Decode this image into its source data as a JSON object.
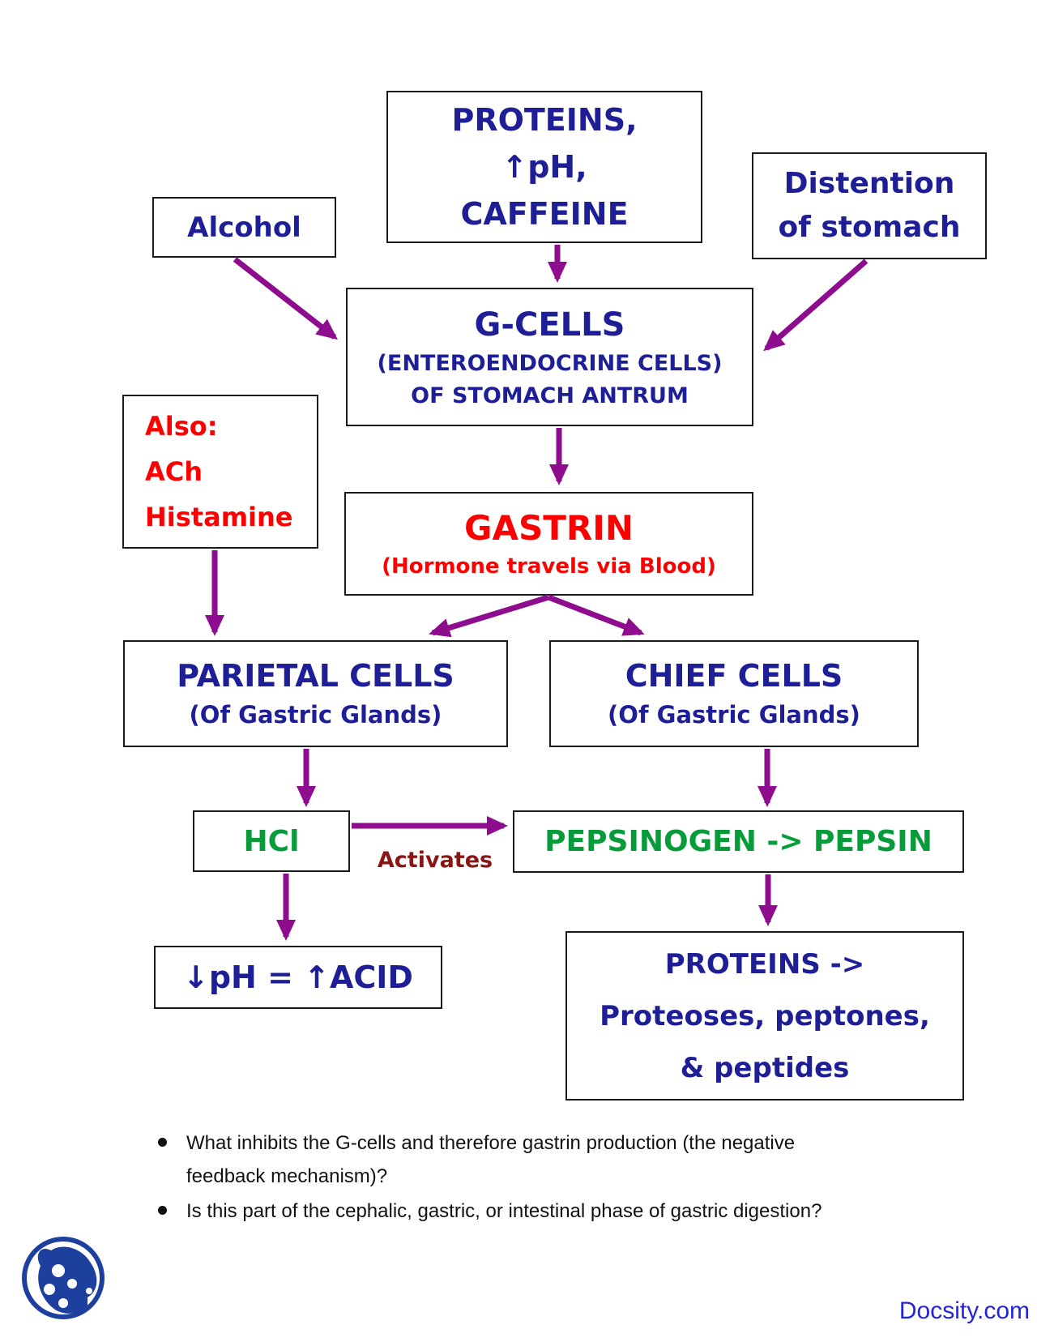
{
  "title": "Gastrin secretion flowchart",
  "colors": {
    "navy_text": "#1e1e96",
    "red_text": "#ff0000",
    "green_text": "#089b3a",
    "arrow_purple": "#8e0d8e",
    "activates_darkred": "#8b1515",
    "brand_blue": "#2323dd",
    "logo_blue": "#1d3f9e",
    "box_border": "#1a1a1a",
    "background": "#ffffff"
  },
  "nodes": {
    "stimuli_top": {
      "lines": [
        "PROTEINS,",
        "↑pH,",
        "CAFFEINE"
      ]
    },
    "alcohol": {
      "label": "Alcohol"
    },
    "distention": {
      "lines": [
        "Distention",
        "of stomach"
      ]
    },
    "gcells": {
      "title": "G-CELLS",
      "sub1": "(ENTEROENDOCRINE CELLS)",
      "sub2": "OF STOMACH ANTRUM"
    },
    "also": {
      "lines": [
        "Also:",
        "ACh",
        "Histamine"
      ]
    },
    "gastrin": {
      "title": "GASTRIN",
      "sub": "(Hormone travels via Blood)"
    },
    "parietal": {
      "title": "PARIETAL CELLS",
      "sub": "(Of Gastric Glands)"
    },
    "chief": {
      "title": "CHIEF CELLS",
      "sub": "(Of Gastric Glands)"
    },
    "hcl": {
      "label": "HCl"
    },
    "pepsinogen": {
      "label": "PEPSINOGEN -> PEPSIN"
    },
    "ph_acid": {
      "label": "↓pH = ↑ACID"
    },
    "proteins_result": {
      "lines": [
        "PROTEINS ->",
        "Proteoses, peptones,",
        "& peptides"
      ]
    }
  },
  "edge_label": {
    "activates": "Activates"
  },
  "edges": [
    {
      "from": "PROTEINS, ↑pH, CAFFEINE",
      "to": "G-CELLS"
    },
    {
      "from": "Alcohol",
      "to": "G-CELLS"
    },
    {
      "from": "Distention of stomach",
      "to": "G-CELLS"
    },
    {
      "from": "G-CELLS",
      "to": "GASTRIN"
    },
    {
      "from": "GASTRIN",
      "to": "PARIETAL CELLS"
    },
    {
      "from": "GASTRIN",
      "to": "CHIEF CELLS"
    },
    {
      "from": "Also: ACh, Histamine",
      "to": "PARIETAL CELLS"
    },
    {
      "from": "PARIETAL CELLS",
      "to": "HCl"
    },
    {
      "from": "CHIEF CELLS",
      "to": "PEPSINOGEN -> PEPSIN"
    },
    {
      "from": "HCl",
      "to": "PEPSINOGEN -> PEPSIN",
      "label": "Activates"
    },
    {
      "from": "HCl",
      "to": "↓pH = ↑ACID"
    },
    {
      "from": "PEPSINOGEN -> PEPSIN",
      "to": "PROTEINS -> Proteoses, peptones, & peptides"
    }
  ],
  "notes": {
    "bullets": [
      "What inhibits the G-cells and therefore gastrin production (the negative\nfeedback mechanism)?",
      "Is this part of the cephalic, gastric, or intestinal phase of gastric digestion?"
    ]
  },
  "footer": {
    "brand": "Docsity.com",
    "logo_icon": "docsity-ocarina-logo"
  }
}
